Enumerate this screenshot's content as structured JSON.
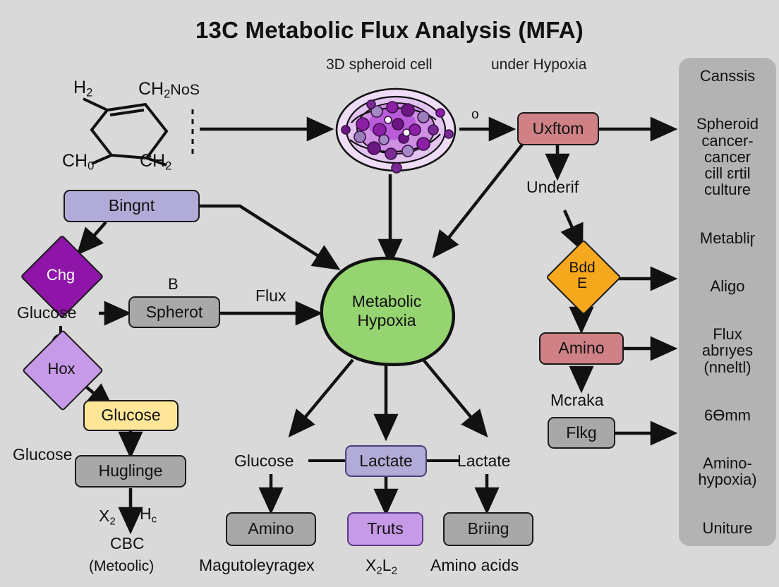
{
  "header": {
    "title": "13C Metabolic Flux Analysis (MFA)",
    "subtitle_left": "3D spheroid cell",
    "subtitle_right": "under Hypoxia"
  },
  "chemical": {
    "label_top_left": "H",
    "label_top_left_sub": "2",
    "label_bottom_left": "CH",
    "label_bottom_left_sub": "0",
    "label_bottom_right": "CH",
    "label_bottom_right_sub": "2",
    "label_chain": "CH",
    "label_chain_sub": "2",
    "label_chain_tail": "NoS"
  },
  "nodes": {
    "bingnt": "Bingnt",
    "chg": "Chg",
    "hox": "Hox",
    "spherot": "Spherot",
    "spherot_tag": "B",
    "glucose_box": "Glucose",
    "huglinge": "Huglinge",
    "metabolic_blob_line1": "Metabolic",
    "metabolic_blob_line2": "Hypoxia",
    "uxftom": "Uxftom",
    "bdd_line1": "Bdd",
    "bdd_line2": "E",
    "amino_red": "Amino",
    "flkg": "Flkg",
    "lactate_center": "Lactate",
    "amino_gray": "Amino",
    "truts": "Truts",
    "briing": "Briing"
  },
  "labels": {
    "glucose_arrow": "Glucose",
    "glucose_side": "Glucose",
    "flux": "Flux",
    "spheroid_out": "o",
    "underif": "Underif",
    "mcraka": "Mcraka",
    "x2": "X",
    "x2_sub": "2",
    "hc": "H",
    "hc_sub": "c",
    "cbc": "CBC",
    "cbc_paren": "(Metoolic)",
    "glucose_bottom": "Glucose",
    "lactate_right": "Lactate",
    "caption_left": "Magutoleyragex",
    "caption_center": "X",
    "caption_center_sub1": "2",
    "caption_center_mid": "L",
    "caption_center_sub2": "2",
    "caption_right": "Amino acids"
  },
  "panel": {
    "items": [
      "Canssis",
      "Spheroid\ncancer-\ncancer\ncill ɛrtil\nculture",
      "Metabliɼ",
      "Aligo",
      "Flux\nabrıyes\n(nneltl)",
      "6Ɵmm",
      "Amino-\nhypoxia)",
      "Uniture"
    ]
  },
  "colors": {
    "background": "#d9d9d9",
    "purple_light": "#b1abd7",
    "purple_dark": "#8f14a8",
    "purple_mid": "#c79ae8",
    "gray_node": "#a8a8a8",
    "yellow": "#ffe699",
    "green": "#95d471",
    "red": "#cf8186",
    "orange": "#f6a81c",
    "panel": "#b3b3b3",
    "stroke": "#1a1a1a"
  }
}
